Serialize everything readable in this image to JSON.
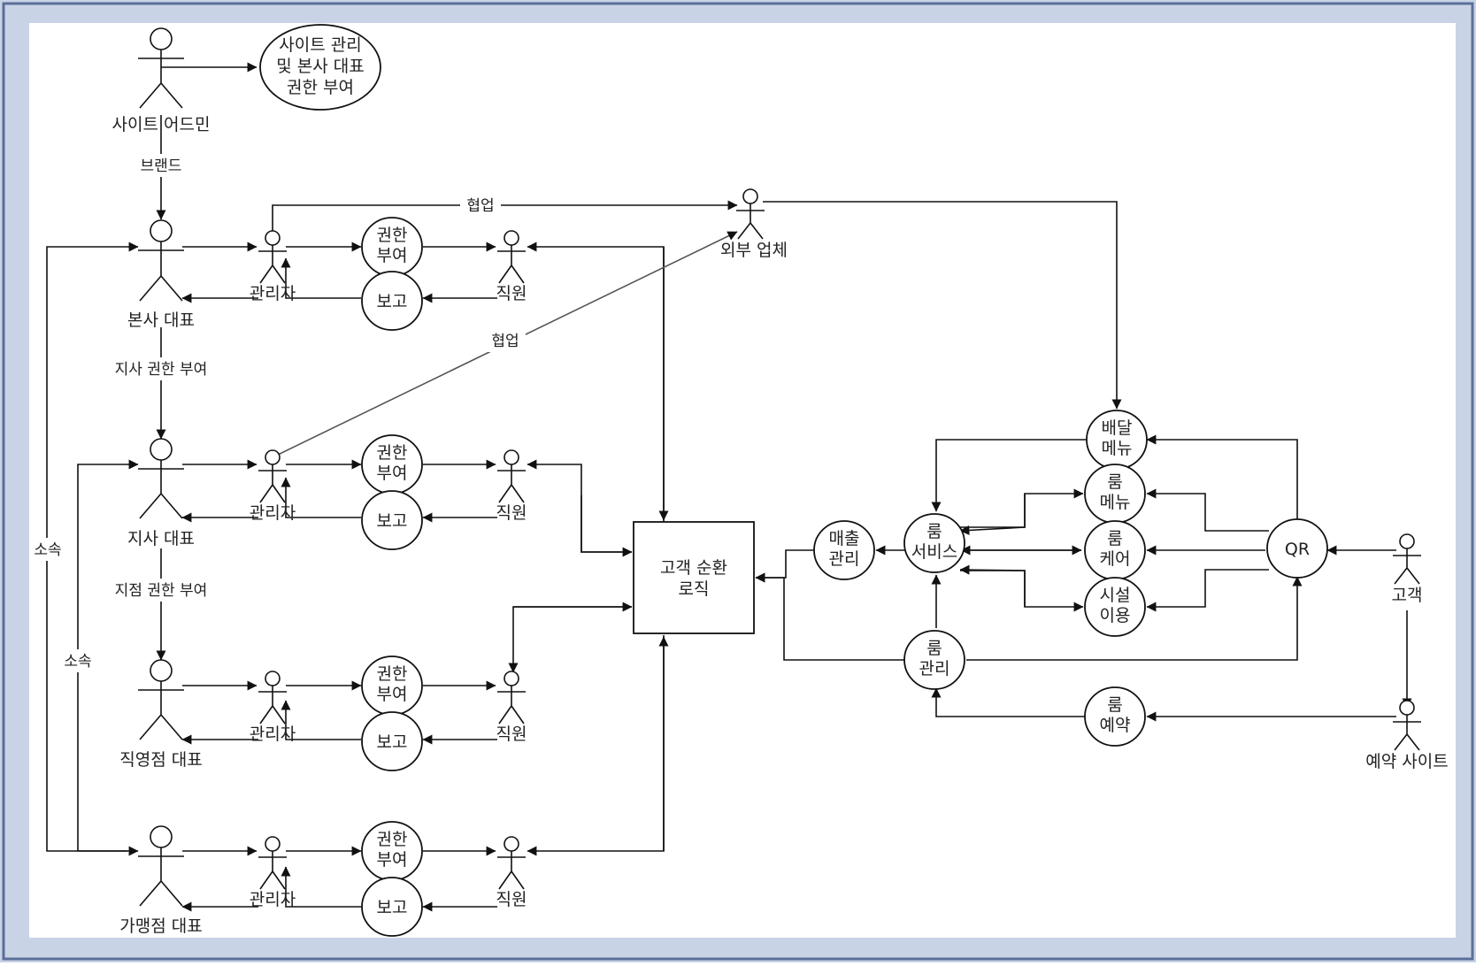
{
  "colors": {
    "frame": "#c9d3e6",
    "frame_border": "#5a6f99",
    "ink": "#111111"
  },
  "actors": {
    "admin": "사이트 어드민",
    "hq": "본사 대표",
    "branch": "지사 대표",
    "direct": "직영점 대표",
    "franchise": "가맹점 대표",
    "manager": "관리자",
    "staff": "직원",
    "vendor": "외부 업체",
    "customer": "고객",
    "booking": "예약 사이트"
  },
  "usecases": {
    "site_mgmt": [
      "사이트 관리",
      "및 본사 대표",
      "권한 부여"
    ],
    "grant": [
      "권한",
      "부여"
    ],
    "report": "보고",
    "loop": [
      "고객 순환",
      "로직"
    ],
    "sales": [
      "매출",
      "관리"
    ],
    "room_service": [
      "룸",
      "서비스"
    ],
    "delivery": [
      "배달",
      "메뉴"
    ],
    "room_menu": [
      "룸",
      "메뉴"
    ],
    "room_care": [
      "룸",
      "케어"
    ],
    "facility": [
      "시설",
      "이용"
    ],
    "qr": "QR",
    "room_mgmt": [
      "룸",
      "관리"
    ],
    "room_booking": [
      "룸",
      "예약"
    ]
  },
  "edge_labels": {
    "brand": "브랜드",
    "branch_grant": "지사 권한 부여",
    "store_grant": "지점 권한 부여",
    "affiliation": "소속",
    "collab": "협업"
  }
}
